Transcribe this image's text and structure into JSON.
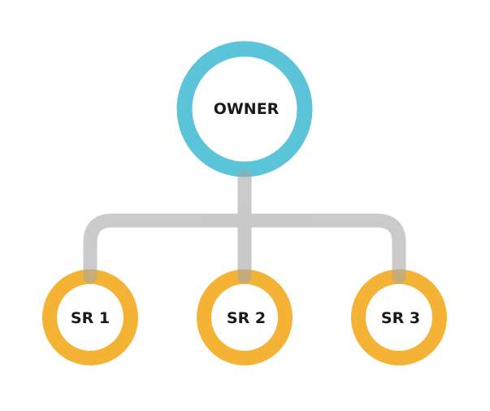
{
  "diagram": {
    "root": {
      "label": "OWNER",
      "color": "#5bc4d9"
    },
    "children": [
      {
        "label": "SR 1",
        "color": "#f5b335"
      },
      {
        "label": "SR 2",
        "color": "#f5b335"
      },
      {
        "label": "SR 3",
        "color": "#f5b335"
      }
    ],
    "connector_color": "#a6a6a6"
  }
}
